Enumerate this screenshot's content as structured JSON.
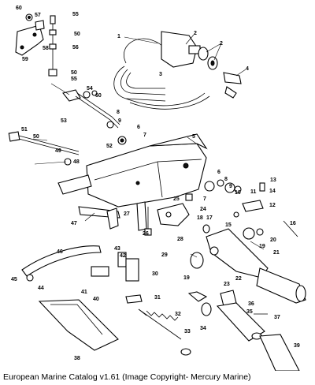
{
  "caption": "European Marine Catalog v1.61 (Image Copyright- Mercury Marine)",
  "part_numbers": [
    "1",
    "2",
    "3",
    "4",
    "5",
    "6",
    "7",
    "8",
    "9",
    "10",
    "11",
    "12",
    "13",
    "14",
    "15",
    "16",
    "17",
    "18",
    "19",
    "20",
    "21",
    "22",
    "23",
    "24",
    "25",
    "26",
    "27",
    "28",
    "29",
    "30",
    "31",
    "32",
    "33",
    "34",
    "35",
    "36",
    "37",
    "38",
    "39",
    "40",
    "41",
    "42",
    "43",
    "44",
    "45",
    "46",
    "47",
    "48",
    "49",
    "50",
    "51",
    "52",
    "53",
    "54",
    "55",
    "56",
    "57",
    "58",
    "59",
    "60"
  ]
}
